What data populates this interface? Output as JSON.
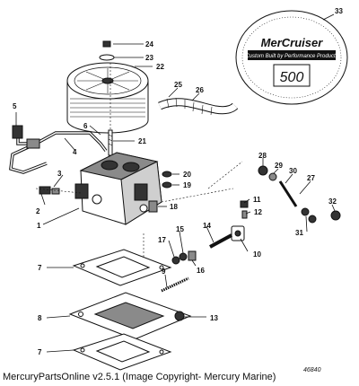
{
  "diagram": {
    "callouts": [
      "1",
      "2",
      "3",
      "4",
      "5",
      "6",
      "7",
      "8",
      "9",
      "10",
      "11",
      "12",
      "13",
      "14",
      "15",
      "16",
      "17",
      "18",
      "19",
      "20",
      "21",
      "22",
      "23",
      "24",
      "25",
      "26",
      "27",
      "28",
      "29",
      "30",
      "31",
      "32",
      "33"
    ],
    "drawing_number": "46840"
  },
  "decal": {
    "brand": "MerCruiser",
    "tagline": "Custom Built by Performance Products",
    "model": "500"
  },
  "footer": {
    "text": "MercuryPartsOnline v2.5.1 (Image Copyright- Mercury Marine)"
  },
  "colors": {
    "ink": "#111111",
    "paper": "#ffffff"
  }
}
